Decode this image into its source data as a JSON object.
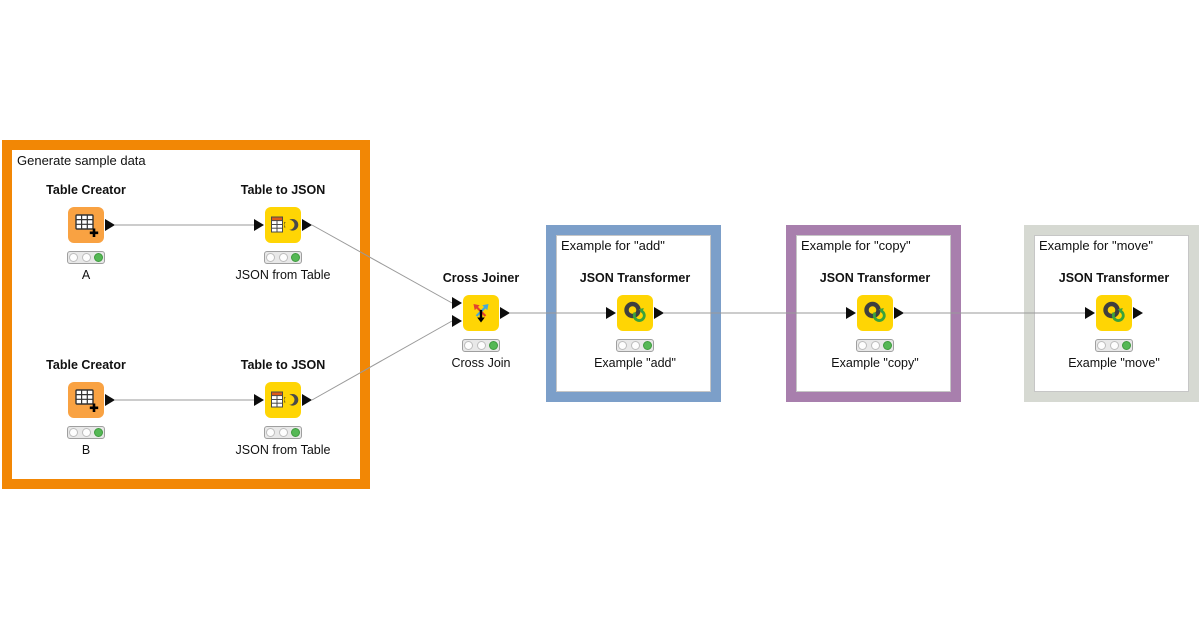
{
  "canvas": {
    "background": "#ffffff"
  },
  "colors": {
    "annotation_orange": "#F28705",
    "annotation_blue": "#7C9FC9",
    "annotation_purple": "#A87FAD",
    "annotation_gray": "#D6D9D2",
    "node_yellow": "#FFD504",
    "node_creator_orange": "#F9A242",
    "status_green": "#55B855",
    "connection_gray": "#9A9A9A",
    "port_black": "#0D0D0D"
  },
  "annotations": [
    {
      "id": "generate-sample-data",
      "text": "Generate sample data",
      "border_color": "#F28705"
    },
    {
      "id": "example-add",
      "text": "Example for \"add\"",
      "border_color": "#7C9FC9"
    },
    {
      "id": "example-copy",
      "text": "Example for \"copy\"",
      "border_color": "#A87FAD"
    },
    {
      "id": "example-move",
      "text": "Example for \"move\"",
      "border_color": "#D6D9D2"
    }
  ],
  "nodes": [
    {
      "id": "table-creator-a",
      "title": "Table Creator",
      "label": "A",
      "icon": "table-plus-icon",
      "status": "executed"
    },
    {
      "id": "table-to-json-a",
      "title": "Table to JSON",
      "label": "JSON from Table",
      "icon": "table-to-json-icon",
      "status": "executed"
    },
    {
      "id": "table-creator-b",
      "title": "Table Creator",
      "label": "B",
      "icon": "table-plus-icon",
      "status": "executed"
    },
    {
      "id": "table-to-json-b",
      "title": "Table to JSON",
      "label": "JSON from Table",
      "icon": "table-to-json-icon",
      "status": "executed"
    },
    {
      "id": "cross-joiner",
      "title": "Cross Joiner",
      "label": "Cross Join",
      "icon": "cross-arrows-icon",
      "status": "executed"
    },
    {
      "id": "json-transformer-add",
      "title": "JSON Transformer",
      "label": "Example \"add\"",
      "icon": "json-transform-icon",
      "status": "executed"
    },
    {
      "id": "json-transformer-copy",
      "title": "JSON Transformer",
      "label": "Example \"copy\"",
      "icon": "json-transform-icon",
      "status": "executed"
    },
    {
      "id": "json-transformer-move",
      "title": "JSON Transformer",
      "label": "Example \"move\"",
      "icon": "json-transform-icon",
      "status": "executed"
    }
  ],
  "connections": [
    {
      "from": "table-creator-a",
      "to": "table-to-json-a"
    },
    {
      "from": "table-creator-b",
      "to": "table-to-json-b"
    },
    {
      "from": "table-to-json-a",
      "to": "cross-joiner"
    },
    {
      "from": "table-to-json-b",
      "to": "cross-joiner"
    },
    {
      "from": "cross-joiner",
      "to": "json-transformer-add"
    },
    {
      "from": "json-transformer-add",
      "to": "json-transformer-copy"
    },
    {
      "from": "json-transformer-copy",
      "to": "json-transformer-move"
    }
  ]
}
